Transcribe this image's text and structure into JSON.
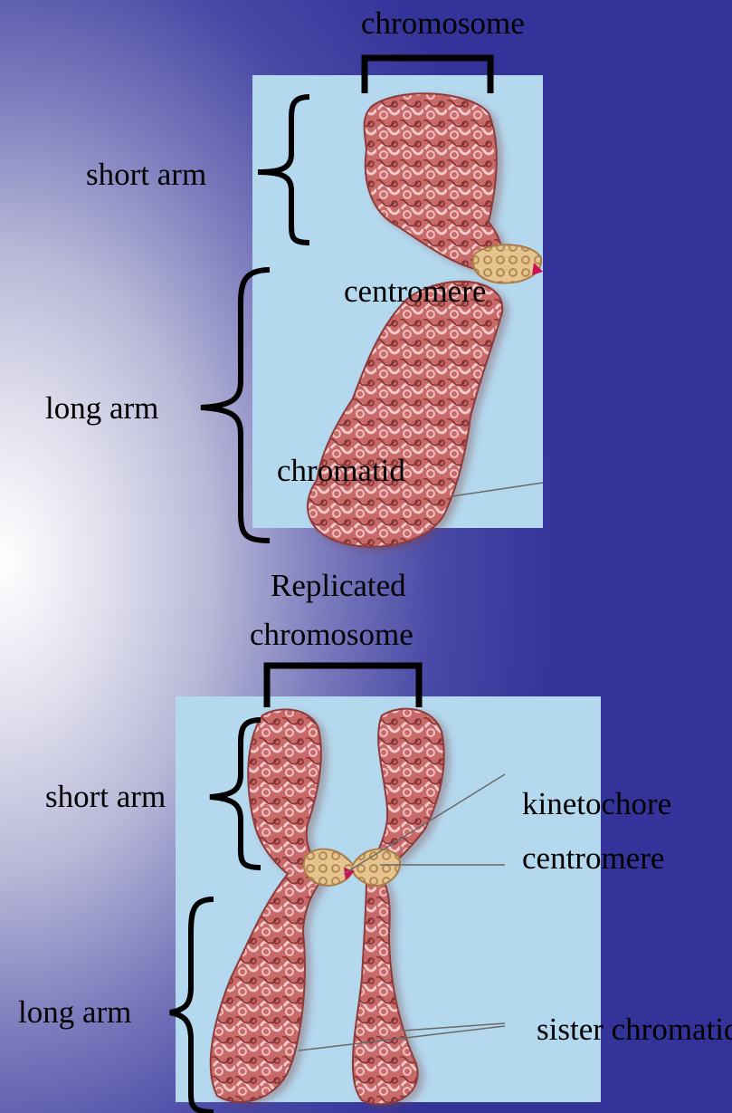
{
  "top": {
    "heading": "chromosome",
    "short_arm": "short arm",
    "long_arm": "long arm",
    "centromere": "centromere",
    "chromatid": "chromatid"
  },
  "bottom": {
    "heading_line1": "Replicated",
    "heading_line2": "chromosome",
    "short_arm": "short arm",
    "long_arm": "long arm",
    "kinetochore": "kinetochore",
    "centromere": "centromere",
    "sister_chromatids": "sister chromatids"
  },
  "colors": {
    "panel": "#b4d8ee",
    "chromatin": "#cf6d6d",
    "centromere": "#ddb98a",
    "background_dark": "#33339a"
  }
}
